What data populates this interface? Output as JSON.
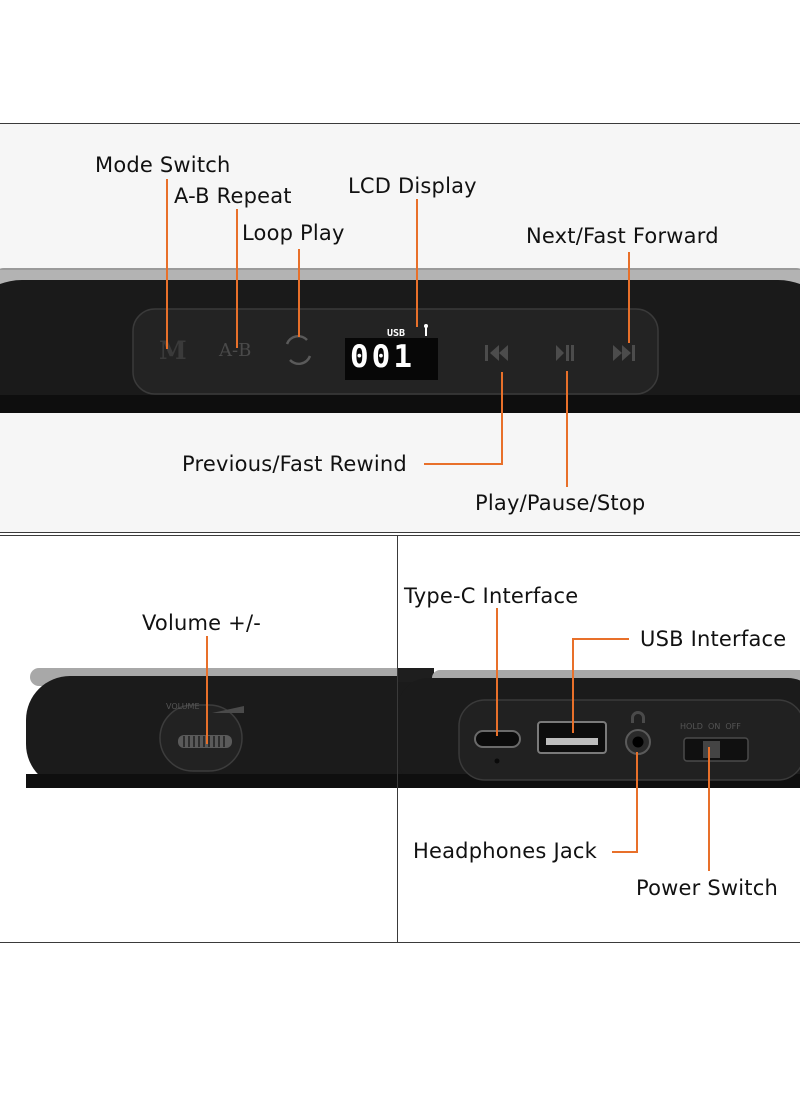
{
  "top_panel": {
    "labels": {
      "mode_switch": "Mode Switch",
      "ab_repeat": "A-B Repeat",
      "loop_play": "Loop Play",
      "lcd_display": "LCD Display",
      "next_fast_forward": "Next/Fast Forward",
      "previous_fast_rewind": "Previous/Fast Rewind",
      "play_pause_stop": "Play/Pause/Stop"
    },
    "device_buttons": {
      "mode": "M",
      "ab": "A-B"
    },
    "lcd": {
      "indicator": "USB",
      "readout": "001"
    }
  },
  "bottom_left_panel": {
    "labels": {
      "volume": "Volume +/-"
    },
    "device_text": {
      "volume": "VOLUME"
    }
  },
  "bottom_right_panel": {
    "labels": {
      "type_c": "Type-C Interface",
      "usb": "USB Interface",
      "headphones": "Headphones Jack",
      "power": "Power Switch"
    },
    "device_text": {
      "switch": "HOLD  ON  OFF"
    }
  },
  "colors": {
    "leader_line": "#e8702a",
    "device_body": "#1c1c1c",
    "panel_background": "#f6f6f6"
  }
}
